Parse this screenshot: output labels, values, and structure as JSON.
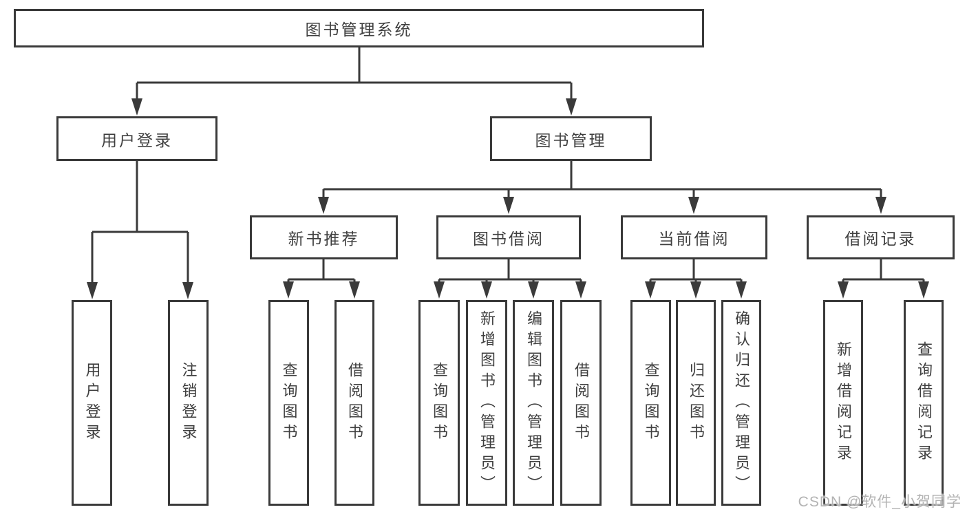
{
  "diagram_title": "图书管理系统",
  "colors": {
    "line": "#3a3a3a",
    "text": "#3f3f3f",
    "background": "#ffffff",
    "watermark": "#b3b3b3"
  },
  "tree": {
    "label": "图书管理系统",
    "children": [
      {
        "label": "用户登录",
        "children": [
          {
            "label": "用户登录"
          },
          {
            "label": "注销登录"
          }
        ]
      },
      {
        "label": "图书管理",
        "children": [
          {
            "label": "新书推荐",
            "children": [
              {
                "label": "查询图书"
              },
              {
                "label": "借阅图书"
              }
            ]
          },
          {
            "label": "图书借阅",
            "children": [
              {
                "label": "查询图书"
              },
              {
                "label": "新增图书（管理员）"
              },
              {
                "label": "编辑图书（管理员）"
              },
              {
                "label": "借阅图书"
              }
            ]
          },
          {
            "label": "当前借阅",
            "children": [
              {
                "label": "查询图书"
              },
              {
                "label": "归还图书"
              },
              {
                "label": "确认归还（管理员）"
              }
            ]
          },
          {
            "label": "借阅记录",
            "children": [
              {
                "label": "新增借阅记录"
              },
              {
                "label": "查询借阅记录"
              }
            ]
          }
        ]
      }
    ]
  },
  "watermark": {
    "text": "CSDN @软件_小贺同学"
  }
}
